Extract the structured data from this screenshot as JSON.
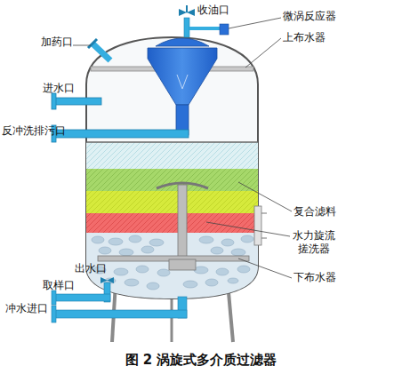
{
  "diagram": {
    "caption": "图 2 涡旋式多介质过滤器",
    "labels": [
      "收油口",
      "加药口",
      "微涡反应器",
      "上布水器",
      "进水口",
      "反冲洗排污口",
      "复合滤料",
      "水力旋流 搓洗器",
      "下布水器",
      "出水口",
      "取样口",
      "冲水进口"
    ]
  }
}
